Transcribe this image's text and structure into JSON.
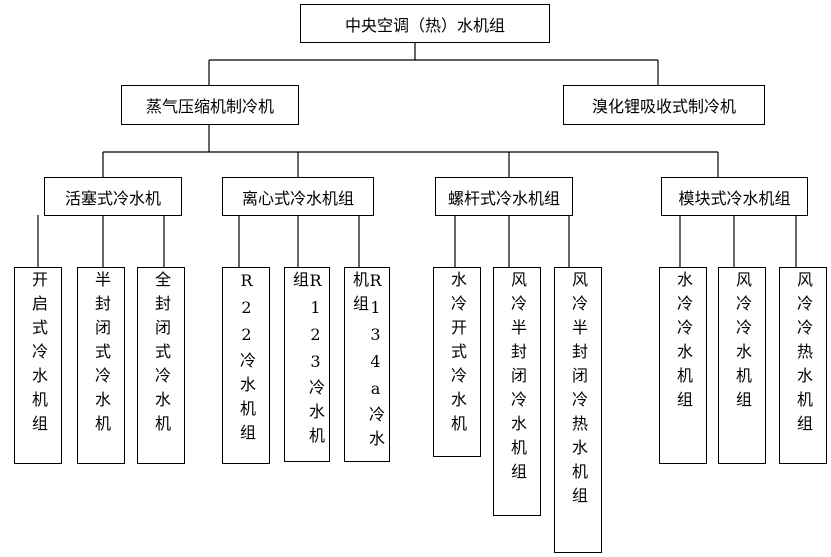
{
  "root": {
    "label": "中央空调（热）水机组"
  },
  "level1": [
    {
      "label": "蒸气压缩机制冷机"
    },
    {
      "label": "溴化锂吸收式制冷机"
    }
  ],
  "level2": [
    {
      "label": "活塞式冷水机"
    },
    {
      "label": "离心式冷水机组"
    },
    {
      "label": "螺杆式冷水机组"
    },
    {
      "label": "模块式冷水机组"
    }
  ],
  "leaves": [
    {
      "label": "开启式冷水机组"
    },
    {
      "label": "半封闭式冷水机"
    },
    {
      "label": "全封闭式冷水机"
    },
    {
      "label": "R22冷水机组"
    },
    {
      "label": "R123冷水机组"
    },
    {
      "label": "R134a冷水机组"
    },
    {
      "label": "水冷开式冷水机"
    },
    {
      "label": "风冷半封闭冷水机组"
    },
    {
      "label": "风冷半封闭冷热水机组"
    },
    {
      "label": "水冷冷水机组"
    },
    {
      "label": "风冷冷水机组"
    },
    {
      "label": "风冷冷热水机组"
    }
  ],
  "style": {
    "line_color": "#000000",
    "box_border": "#000000",
    "background": "#ffffff"
  }
}
